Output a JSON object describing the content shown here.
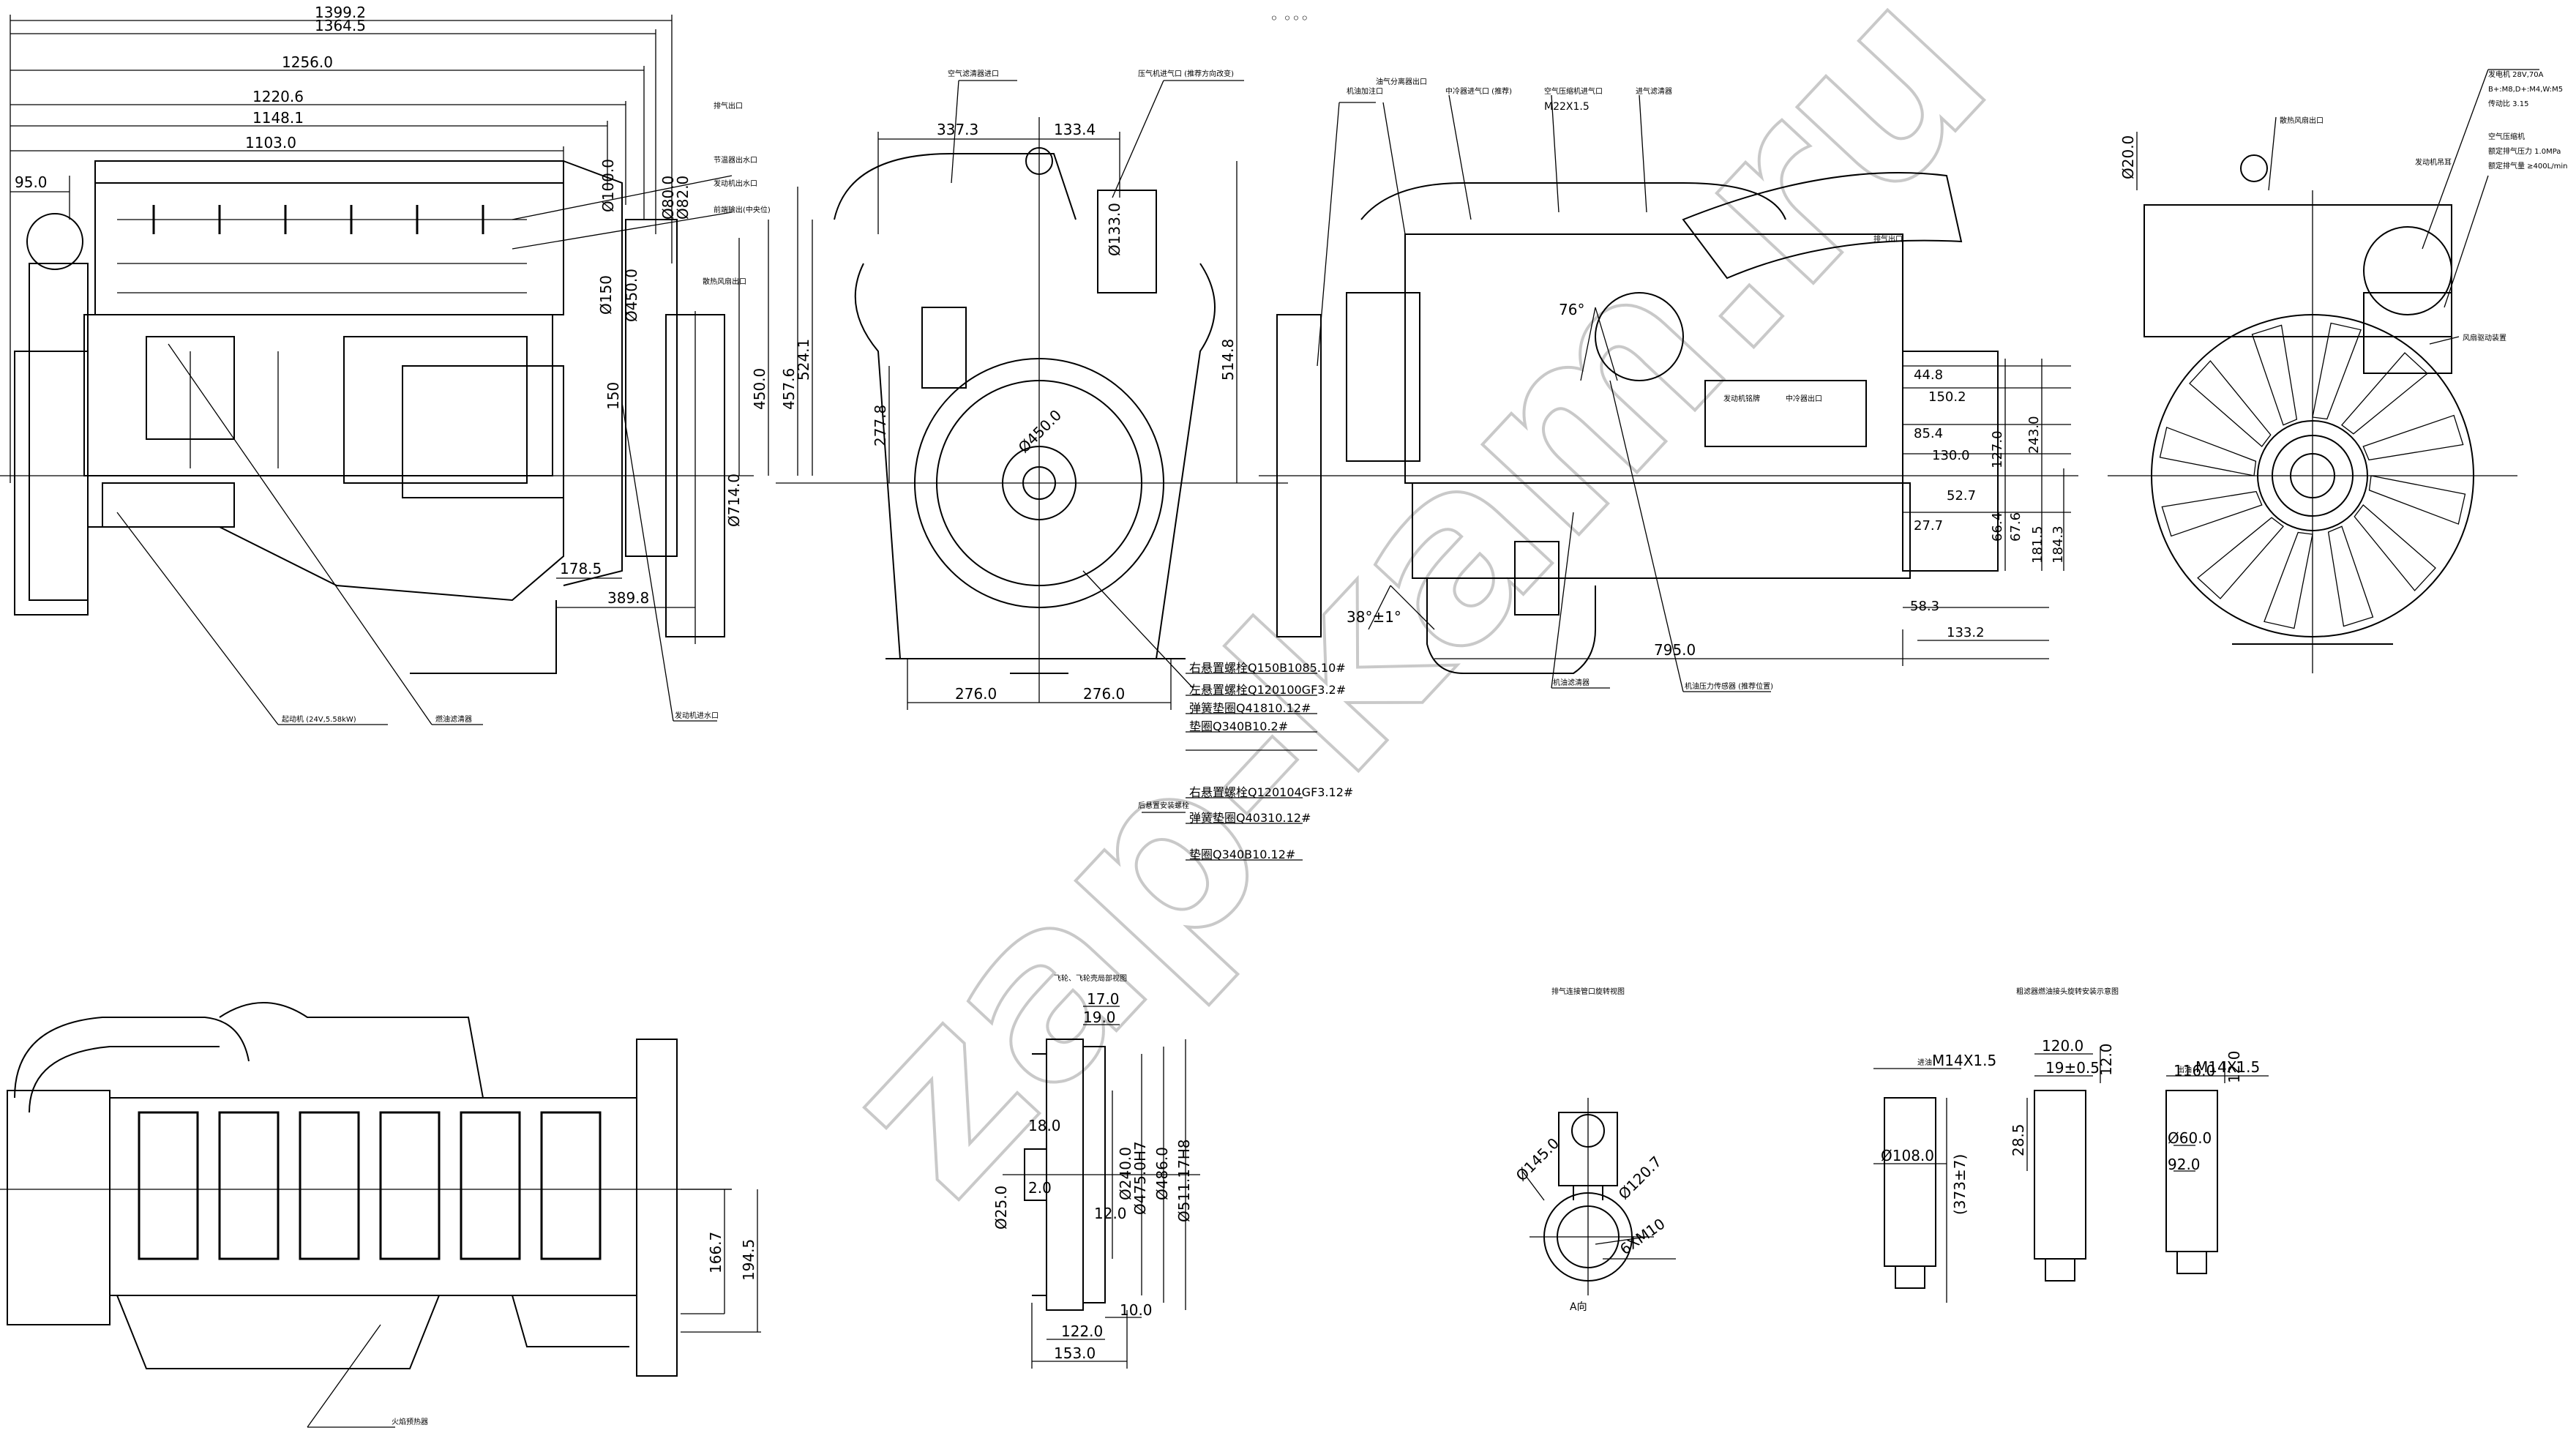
{
  "watermark": "zap-kam.ru",
  "top_marker": "◦ ◦◦◦",
  "left_view": {
    "top_dims": [
      "1399.2",
      "1364.5",
      "1256.0",
      "1220.6",
      "1148.1",
      "1103.0"
    ],
    "left_dim": "95.0",
    "vert_dims": [
      "Ø100.0",
      "Ø82.0",
      "Ø80.0",
      "Ø150",
      "Ø450.0",
      "Ø714.0",
      "450.0",
      "457.6",
      "524.1",
      "150"
    ],
    "bottom_dims": [
      "178.5",
      "389.8"
    ],
    "labels": [
      "起动机 (24V,5.58kW)",
      "燃油滤清器",
      "发动机进水口",
      "排气出口",
      "节温器出水口",
      "发动机出水口",
      "前端输出(中央位)",
      "散热风扇出口"
    ]
  },
  "front_view": {
    "dims": [
      "337.3",
      "133.4",
      "Ø133.0",
      "Ø450.0",
      "277.8",
      "514.8",
      "276.0",
      "276.0"
    ],
    "labels": [
      "空气滤清器进口",
      "压气机进气口 (推荐方向改变)"
    ],
    "table1": [
      "右悬置螺栓Q150B1085.10#",
      "左悬置螺栓Q120100GF3.2#",
      "弹簧垫圈Q41810.12#",
      "垫圈Q340B10.2#"
    ],
    "table2": [
      "右悬置螺栓Q120104GF3.12#",
      "弹簧垫圈Q40310.12#",
      "垫圈Q340B10.12#"
    ],
    "table2_label": "后悬置安装螺栓"
  },
  "right_view": {
    "angles": [
      "76°",
      "38°±1°"
    ],
    "dims": [
      "44.8",
      "150.2",
      "85.4",
      "130.0",
      "127.0",
      "243.0",
      "52.7",
      "66.4",
      "67.6",
      "181.5",
      "184.3",
      "27.7",
      "58.3",
      "133.2",
      "795.0"
    ],
    "labels": [
      "机油滤清器",
      "机油压力传感器 (推荐位置)",
      "机油加注口",
      "油气分离器出口",
      "中冷器进气口 (推荐)",
      "空气压缩机进气口",
      "M22X1.5",
      "进气滤清器",
      "发动机铭牌",
      "中冷器出口",
      "排气出口"
    ]
  },
  "rear_view": {
    "dims": [
      "Ø20.0"
    ],
    "spec_lines": [
      "发电机 28V,70A",
      "B+:M8,D+:M4,W:M5",
      "传动比 3.15",
      "空气压缩机",
      "额定排气压力 1.0MPa",
      "额定排气量 ≥400L/min"
    ],
    "labels": [
      "散热风扇出口",
      "发动机吊耳",
      "风扇驱动装置"
    ]
  },
  "top_view": {
    "dims": [
      "166.7",
      "194.5"
    ],
    "labels": [
      "火焰预热器"
    ]
  },
  "flywheel_detail": {
    "title": "飞轮、飞轮壳局部视图",
    "dims": [
      "17.0",
      "19.0",
      "Ø25.0",
      "18.0",
      "Ø240.0",
      "Ø475.0H7",
      "Ø486.0",
      "Ø511.17H8",
      "2.0",
      "12.0",
      "10.0",
      "122.0",
      "153.0"
    ]
  },
  "exhaust_detail": {
    "title": "排气连接管口旋转视图",
    "dims": [
      "Ø145.0",
      "Ø120.7",
      "6XM10"
    ],
    "view_label": "A向"
  },
  "filter_detail": {
    "title": "粗滤器燃油接头旋转安装示意图",
    "thread_a": "M14X1.5",
    "thread_b": "M14X1.5",
    "label_a": "进油",
    "label_b": "出油",
    "dims": [
      "120.0",
      "12.0",
      "19±0.5",
      "28.5",
      "Ø108.0",
      "(373±7)",
      "116.0",
      "12.0",
      "Ø60.0",
      "92.0"
    ]
  }
}
